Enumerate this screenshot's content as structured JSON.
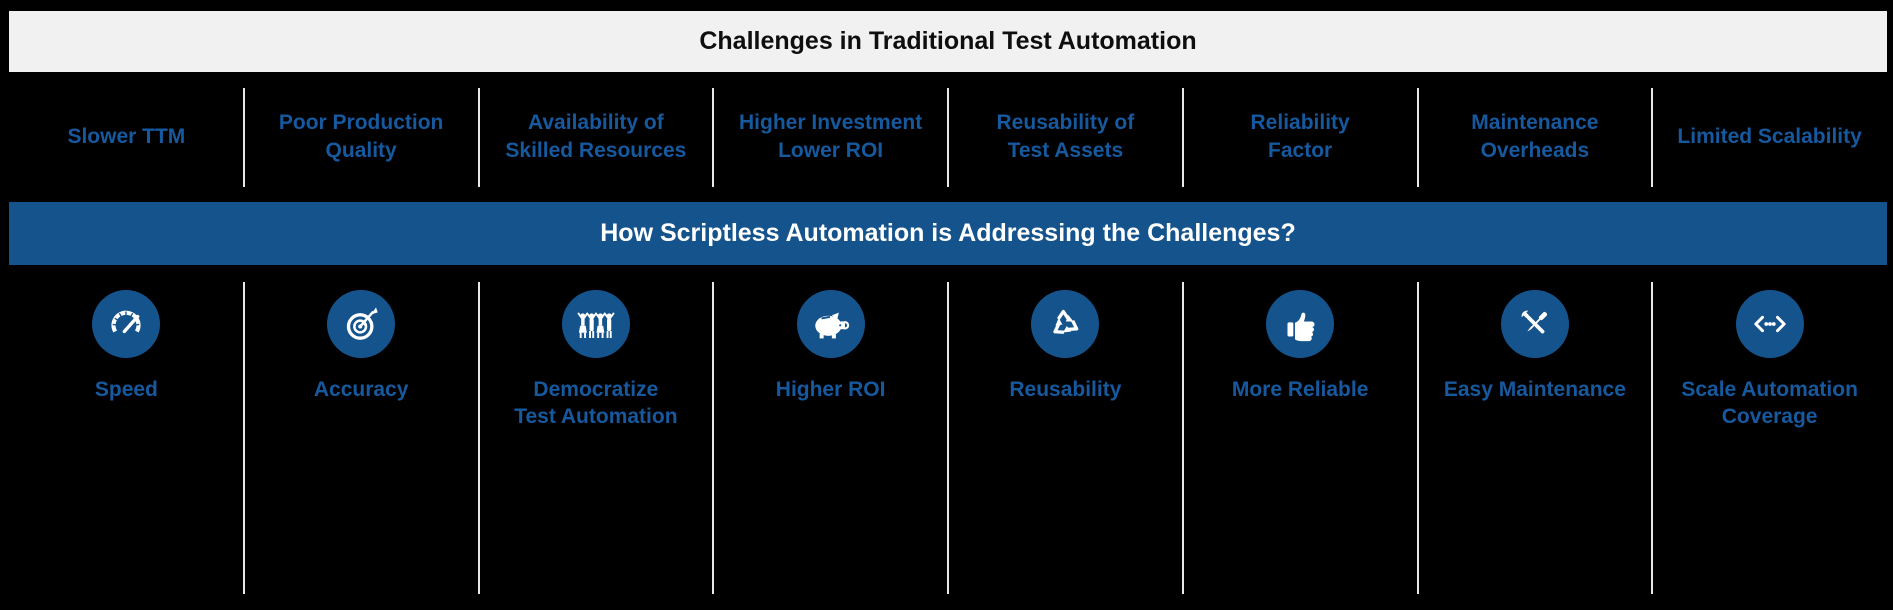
{
  "header": {
    "title": "Challenges in Traditional Test Automation"
  },
  "challenges": {
    "items": [
      {
        "label": "Slower TTM"
      },
      {
        "label": "Poor Production\nQuality"
      },
      {
        "label": "Availability of\nSkilled Resources"
      },
      {
        "label": "Higher Investment\nLower ROI"
      },
      {
        "label": "Reusability of\nTest Assets"
      },
      {
        "label": "Reliability\nFactor"
      },
      {
        "label": "Maintenance\nOverheads"
      },
      {
        "label": "Limited Scalability"
      }
    ]
  },
  "solutions_header": {
    "title": "How Scriptless Automation is Addressing the Challenges?"
  },
  "solutions": {
    "items": [
      {
        "icon": "speedometer-icon",
        "label": "Speed"
      },
      {
        "icon": "target-arrow-icon",
        "label": "Accuracy"
      },
      {
        "icon": "crowd-icon",
        "label": "Democratize\nTest Automation"
      },
      {
        "icon": "piggy-bank-icon",
        "label": "Higher ROI"
      },
      {
        "icon": "recycle-icon",
        "label": "Reusability"
      },
      {
        "icon": "thumbs-up-icon",
        "label": "More Reliable"
      },
      {
        "icon": "tools-icon",
        "label": "Easy Maintenance"
      },
      {
        "icon": "code-expand-icon",
        "label": "Scale Automation\nCoverage"
      }
    ]
  },
  "colors": {
    "background": "#000000",
    "header_band_bg": "#f1f1f1",
    "header_band_text": "#0e0e0e",
    "accent_blue": "#15538c",
    "label_blue": "#16599e",
    "divider": "#e8e8e8"
  }
}
